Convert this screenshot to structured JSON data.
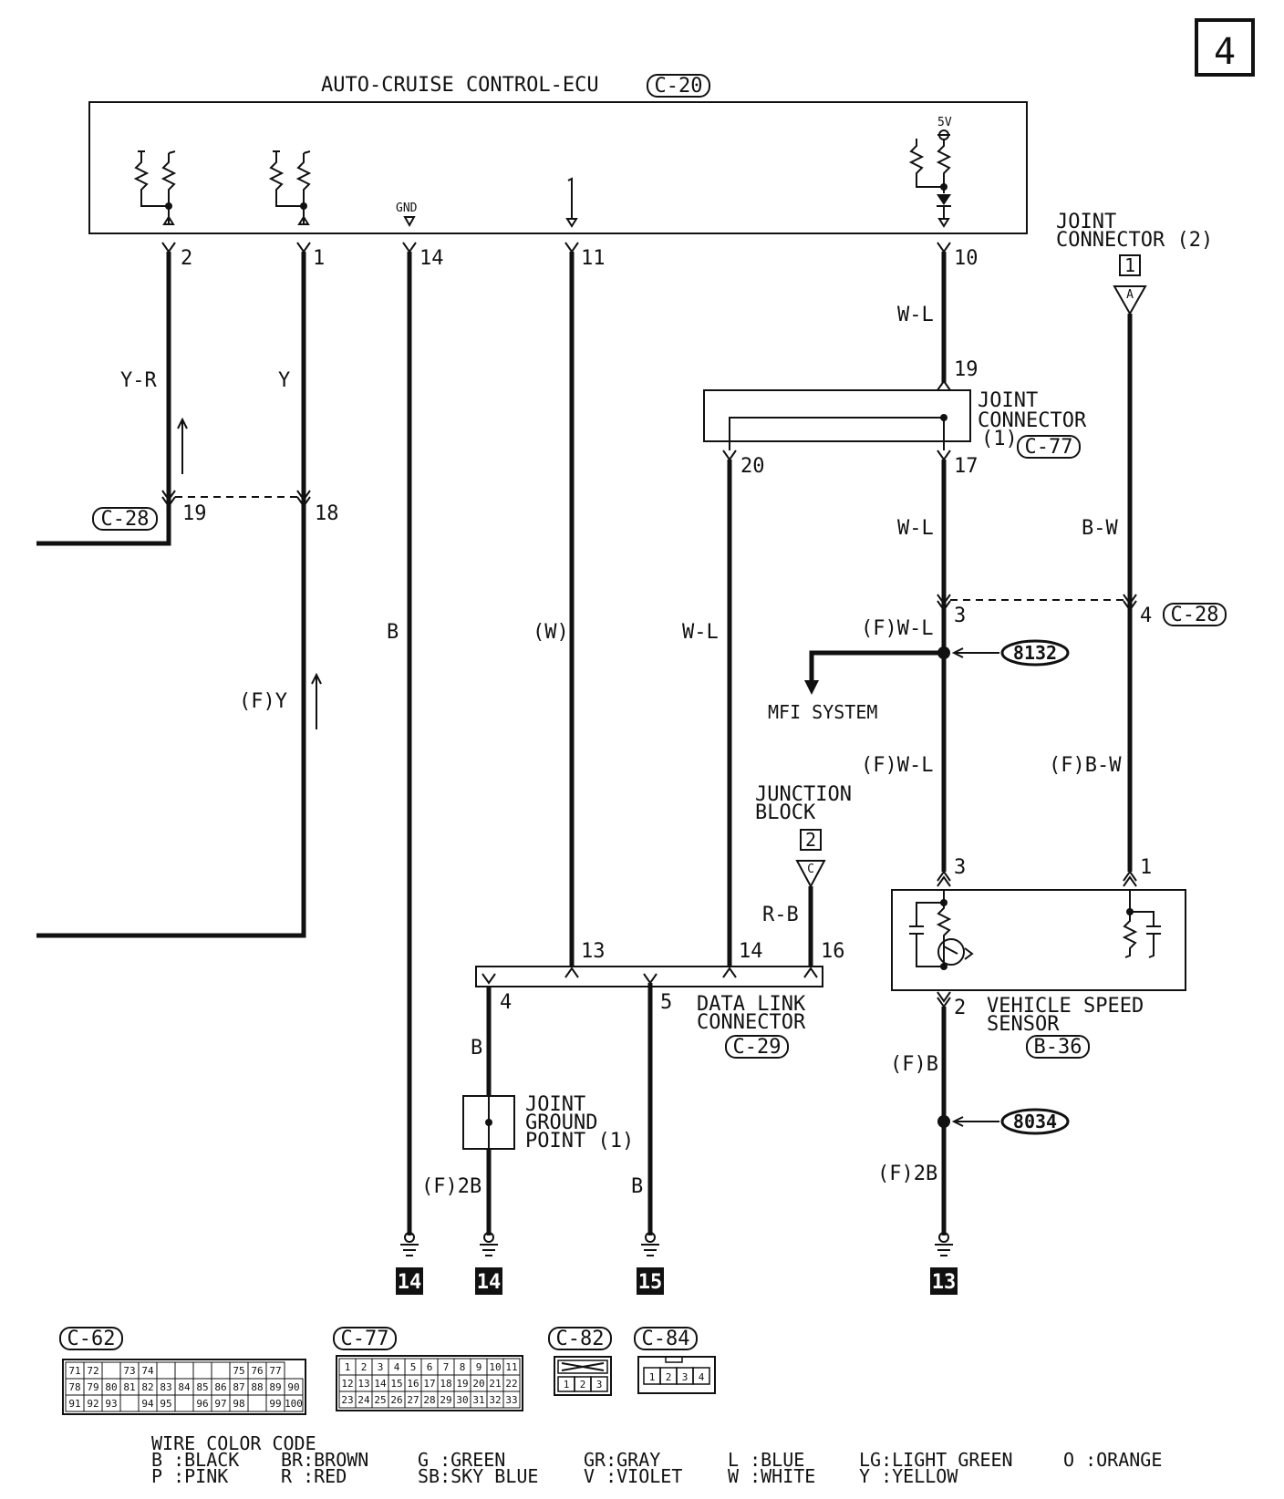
{
  "page_number": "4",
  "ecu": {
    "title": "AUTO-CRUISE CONTROL-ECU",
    "code": "C-20",
    "gnd_label": "GND",
    "v5_label": "5V"
  },
  "ecu_pins": [
    "2",
    "1",
    "14",
    "11",
    "10"
  ],
  "joint_connector_2": {
    "line1": "JOINT",
    "line2": "CONNECTOR (2)",
    "num": "1",
    "letter": "A"
  },
  "joint_connector_1": {
    "line1": "JOINT",
    "line2": "CONNECTOR",
    "line3": "(1)",
    "code": "C-77",
    "pin_in": "19",
    "pin_out_left": "20",
    "pin_out_right": "17"
  },
  "wires": {
    "w_yr": "Y-R",
    "w_y": "Y",
    "w_b": "B",
    "w_w": "(W)",
    "w_wl_dlc": "W-L",
    "w_wl_top": "W-L",
    "w_wl_mid": "W-L",
    "w_bw": "B-W",
    "w_fwl_1": "(F)W-L",
    "w_fwl_2": "(F)W-L",
    "w_fbw": "(F)B-W",
    "w_fy": "(F)Y",
    "w_rb": "R-B",
    "w_b_dlc4": "B",
    "w_f2b_left": "(F)2B",
    "w_b_dlc5": "B",
    "w_fb_vss": "(F)B",
    "w_f2b_right": "(F)2B"
  },
  "c28_left": {
    "code": "C-28",
    "pin_a": "19",
    "pin_b": "18"
  },
  "c28_right": {
    "code": "C-28",
    "pin_a": "3",
    "pin_b": "4"
  },
  "splice_8132": "8132",
  "splice_8034": "8034",
  "mfi_system": "MFI SYSTEM",
  "junction_block": {
    "line1": "JUNCTION",
    "line2": "BLOCK",
    "num": "2",
    "letter": "C"
  },
  "dlc": {
    "line1": "DATA LINK",
    "line2": "CONNECTOR",
    "code": "C-29",
    "pins": [
      "13",
      "14",
      "16",
      "4",
      "5"
    ]
  },
  "vss": {
    "line1": "VEHICLE SPEED",
    "line2": "SENSOR",
    "code": "B-36",
    "pins": [
      "3",
      "1",
      "2"
    ]
  },
  "jgp": {
    "line1": "JOINT",
    "line2": "GROUND",
    "line3": "POINT (1)"
  },
  "grounds": [
    "14",
    "14",
    "15",
    "13"
  ],
  "connector_views": {
    "c62": {
      "code": "C-62",
      "rows": [
        [
          "71",
          "72",
          "",
          "73",
          "74",
          "",
          "",
          "",
          "",
          "75",
          "76",
          "77"
        ],
        [
          "78",
          "79",
          "80",
          "81",
          "82",
          "83",
          "84",
          "85",
          "86",
          "87",
          "88",
          "89",
          "90"
        ],
        [
          "91",
          "92",
          "93",
          "",
          "94",
          "95",
          "",
          "96",
          "97",
          "98",
          "",
          "99",
          "100"
        ]
      ]
    },
    "c77": {
      "code": "C-77",
      "rows": [
        [
          "1",
          "2",
          "3",
          "4",
          "5",
          "6",
          "7",
          "8",
          "9",
          "10",
          "11"
        ],
        [
          "12",
          "13",
          "14",
          "15",
          "16",
          "17",
          "18",
          "19",
          "20",
          "21",
          "22"
        ],
        [
          "23",
          "24",
          "25",
          "26",
          "27",
          "28",
          "29",
          "30",
          "31",
          "32",
          "33"
        ]
      ]
    },
    "c82": {
      "code": "C-82",
      "pins": [
        "1",
        "2",
        "3"
      ]
    },
    "c84": {
      "code": "C-84",
      "pins": [
        "1",
        "2",
        "3",
        "4"
      ]
    }
  },
  "wire_color_code": {
    "title": "WIRE COLOR CODE",
    "row1": [
      "B :BLACK",
      "BR:BROWN",
      "G :GREEN",
      "GR:GRAY",
      "L :BLUE",
      "LG:LIGHT GREEN",
      "O :ORANGE"
    ],
    "row2": [
      "P :PINK",
      "R :RED",
      "SB:SKY BLUE",
      "V :VIOLET",
      "W :WHITE",
      "Y :YELLOW"
    ]
  }
}
